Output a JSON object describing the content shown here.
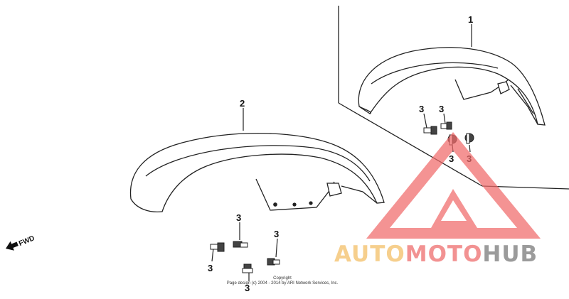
{
  "diagram": {
    "part_labels": [
      {
        "id": "part-1",
        "text": "1"
      },
      {
        "id": "part-2",
        "text": "2"
      }
    ],
    "bolt_label": "3",
    "fwd_label": "FWD",
    "copyright_line1": "Copyright",
    "copyright_line2": "Page design (c) 2004 - 2014 by ARI Network Services, Inc."
  },
  "watermark": {
    "brand_part1": "AUTO",
    "brand_part2": "MOTO",
    "brand_part3": "HUB",
    "colors": {
      "triangle": "#f06a6a",
      "auto": "#f5c77a",
      "moto": "#f08080",
      "hub": "#8a8a8a"
    }
  }
}
